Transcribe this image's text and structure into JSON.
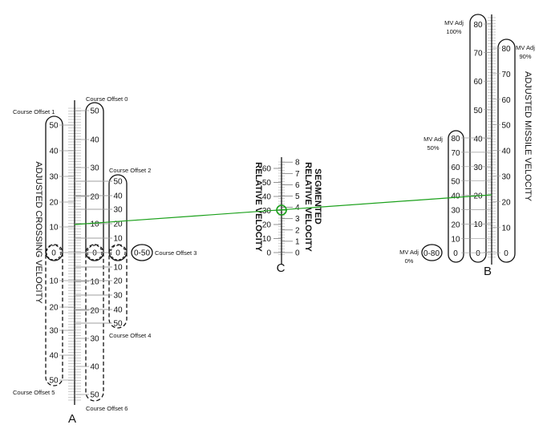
{
  "colors": {
    "line": "#111111",
    "tick": "#999999",
    "isopleth": "#1aa01a"
  },
  "axis_a": {
    "letter": "A",
    "title": "ADJUSTED CROSSING VELOCITY",
    "scales": [
      {
        "label": "Course Offset 1",
        "values": [
          "50",
          "40",
          "30",
          "20",
          "10",
          "0"
        ],
        "style": "solid"
      },
      {
        "label": "Course Offset 5",
        "values": [
          "10",
          "20",
          "30",
          "40",
          "50"
        ],
        "style": "dashed"
      },
      {
        "label": "Course Offset 0",
        "values": [
          "50",
          "40",
          "30",
          "20",
          "10",
          "0"
        ],
        "style": "solid"
      },
      {
        "label": "Course Offset 6",
        "values": [
          "10",
          "20",
          "30",
          "40",
          "50"
        ],
        "style": "dashed"
      },
      {
        "label": "Course Offset 2",
        "values": [
          "50",
          "40",
          "30",
          "20",
          "10",
          "0"
        ],
        "style": "solid"
      },
      {
        "label": "Course Offset 4",
        "values": [
          "10",
          "20",
          "30",
          "40",
          "50"
        ],
        "style": "dashed"
      },
      {
        "label": "Course Offset 3",
        "values": [
          "0-50"
        ],
        "style": "solid"
      }
    ]
  },
  "axis_c": {
    "letter": "C",
    "left_title": "RELATIVE VELOCITY",
    "right_title_1": "SEGMENTED",
    "right_title_2": "RELATIVE VELOCITY",
    "left_values": [
      "0",
      "10",
      "20",
      "30",
      "40",
      "50",
      "60"
    ],
    "right_values": [
      "0",
      "1",
      "2",
      "3",
      "4",
      "5",
      "6",
      "7",
      "8"
    ],
    "marker_value": 30
  },
  "axis_b": {
    "letter": "B",
    "title": "ADJUSTED MISSILE VELOCITY",
    "scales": [
      {
        "label_1": "MV Adj",
        "label_2": "100%",
        "values": [
          "80",
          "70",
          "60",
          "50",
          "40",
          "30",
          "20",
          "10",
          "0"
        ]
      },
      {
        "label_1": "MV Adj",
        "label_2": "90%",
        "values": [
          "80",
          "70",
          "60",
          "50",
          "40",
          "30",
          "20",
          "10",
          "0"
        ]
      },
      {
        "label_1": "MV Adj",
        "label_2": "50%",
        "values": [
          "80",
          "70",
          "60",
          "50",
          "40",
          "30",
          "20",
          "10",
          "0"
        ]
      },
      {
        "label_1": "MV Adj",
        "label_2": "0%",
        "values": [
          "0-80"
        ]
      }
    ]
  },
  "isopleth": {
    "a_value": 11,
    "c_value": 30,
    "b_value": 21
  }
}
